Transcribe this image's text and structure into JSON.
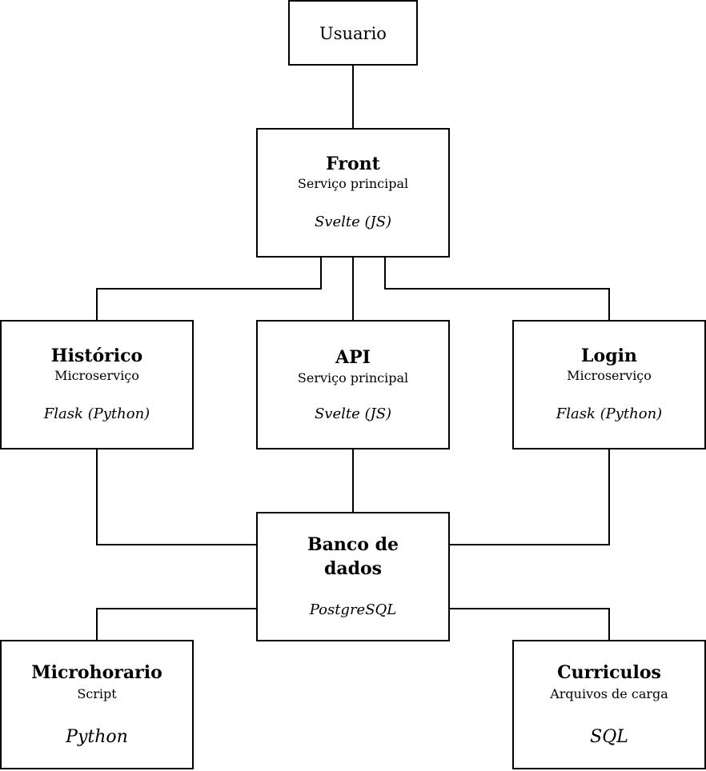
{
  "nodes": {
    "usuario": {
      "title": "Usuario"
    },
    "front": {
      "title": "Front",
      "subtitle": "Serviço principal",
      "tech": "Svelte (JS)"
    },
    "historico": {
      "title": "Histórico",
      "subtitle": "Microserviço",
      "tech": "Flask (Python)"
    },
    "api": {
      "title": "API",
      "subtitle": "Serviço principal",
      "tech": "Svelte (JS)"
    },
    "login": {
      "title": "Login",
      "subtitle": "Microserviço",
      "tech": "Flask (Python)"
    },
    "banco": {
      "title_line1": "Banco de",
      "title_line2": "dados",
      "tech": "PostgreSQL"
    },
    "microhorario": {
      "title": "Microhorario",
      "subtitle": "Script",
      "tech": "Python"
    },
    "curriculos": {
      "title": "Curriculos",
      "subtitle": "Arquivos de carga",
      "tech": "SQL"
    }
  },
  "colors": {
    "line": "#000000",
    "background": "#ffffff"
  }
}
